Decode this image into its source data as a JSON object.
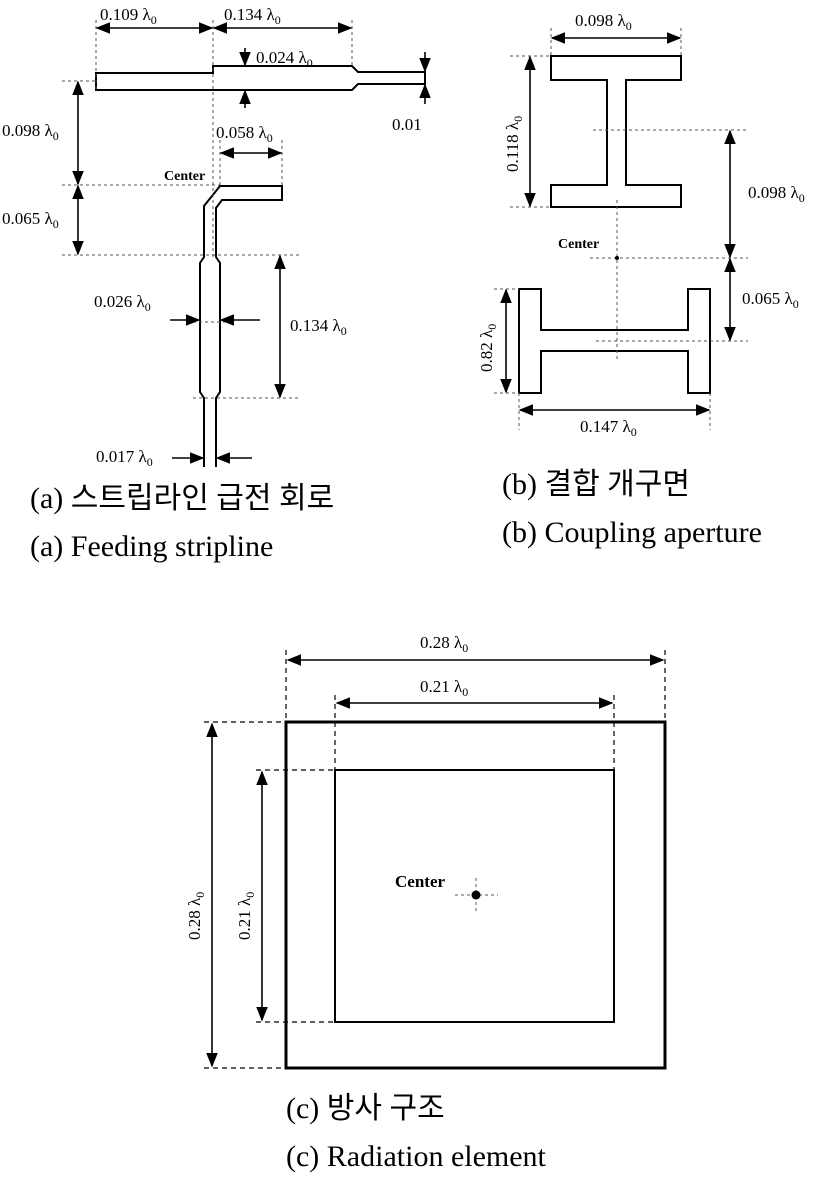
{
  "lambda": "λ",
  "sub": "0",
  "feeding": {
    "dims": {
      "left_len": "0.109",
      "mid_len": "0.134",
      "mid_width": "0.024",
      "right_width": "0.01",
      "vert_gap": "0.098",
      "stub_len": "0.058",
      "stub_drop": "0.065",
      "wide_width": "0.026",
      "wide_len": "0.134",
      "narrow_width": "0.017"
    },
    "center_label": "Center",
    "caption_kr": "(a) 스트립라인 급전 회로",
    "caption_en": "(a) Feeding stripline"
  },
  "aperture": {
    "dims": {
      "top_width": "0.098",
      "top_height": "0.118",
      "top_offset": "0.098",
      "bottom_offset": "0.065",
      "bottom_height": "0.82",
      "bottom_width": "0.147"
    },
    "center_label": "Center",
    "caption_kr": "(b) 결합 개구면",
    "caption_en": "(b) Coupling aperture"
  },
  "radiation": {
    "dims": {
      "outer_width": "0.28",
      "inner_width": "0.21",
      "outer_height": "0.28",
      "inner_height": "0.21"
    },
    "center_label": "Center",
    "caption_kr": "(c) 방사 구조",
    "caption_en": "(c) Radiation element"
  }
}
